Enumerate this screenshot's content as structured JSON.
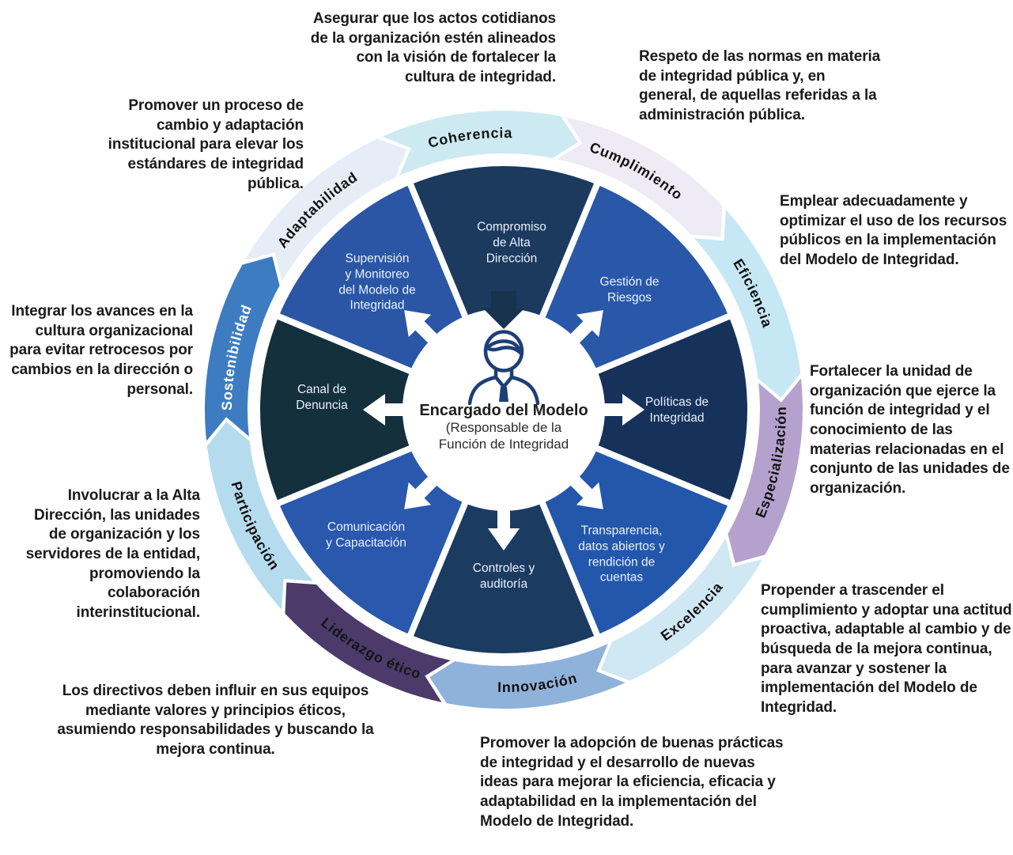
{
  "center": {
    "title": "Encargado del Modelo",
    "subtitle": "(Responsable de la\nFunción de Integridad",
    "icon": "person-icon"
  },
  "wheel": {
    "segments": [
      {
        "id": "compromiso",
        "angle": 0,
        "color": "#1b3a5e",
        "label": "Compromiso\nde Alta\nDirección"
      },
      {
        "id": "gestion-riesgos",
        "angle": 45,
        "color": "#2a58a8",
        "label": "Gestión de\nRiesgos"
      },
      {
        "id": "politicas",
        "angle": 90,
        "color": "#16325a",
        "label": "Políticas de\nIntegridad"
      },
      {
        "id": "transparencia",
        "angle": 135,
        "color": "#2357ac",
        "label": "Transparencia,\ndatos abiertos y\nrendición de\ncuentas"
      },
      {
        "id": "controles",
        "angle": 180,
        "color": "#1b3b61",
        "label": "Controles y\nauditoría"
      },
      {
        "id": "comunicacion",
        "angle": 225,
        "color": "#2a58ad",
        "label": "Comunicación\ny Capacitación"
      },
      {
        "id": "canal-denuncia",
        "angle": 270,
        "color": "#14303d",
        "label": "Canal de\nDenuncia"
      },
      {
        "id": "supervision",
        "angle": 315,
        "color": "#2a56a5",
        "label": "Supervisión\ny Monitoreo\ndel Modelo de\nIntegridad"
      }
    ]
  },
  "ring": {
    "segments": [
      {
        "id": "coherencia",
        "angle": -7,
        "color": "#cdeaf2",
        "text_color": "#111111",
        "label": "Coherencia",
        "description": "Asegurar que los actos cotidianos de la organización estén alineados con la visión de fortalecer la cultura de integridad."
      },
      {
        "id": "cumplimiento",
        "angle": 29,
        "color": "#eeebf5",
        "text_color": "#111111",
        "label": "Cumplimiento",
        "description": "Respeto de las normas en materia de integridad pública y, en general, de aquellas referidas a la administración pública."
      },
      {
        "id": "eficiencia",
        "angle": 65,
        "color": "#c6e8f5",
        "text_color": "#111111",
        "label": "Eficiencia",
        "description": "Emplear adecuadamente y optimizar el uso de los recursos públicos en la implementación del Modelo de Integridad."
      },
      {
        "id": "especializacion",
        "angle": 101,
        "color": "#b4a1cd",
        "text_color": "#111111",
        "label": "Especialización",
        "description": "Fortalecer la unidad de organización que ejerce la función de integridad y el conocimiento de las materias relacionadas en el conjunto de las unidades de organización."
      },
      {
        "id": "excelencia",
        "angle": 137,
        "color": "#cfe8f3",
        "text_color": "#111111",
        "label": "Excelencia",
        "description": "Propender a trascender el cumplimiento y adoptar una actitud proactiva, adaptable al cambio y de búsqueda de la mejora continua, para avanzar y sostener la implementación del Modelo de Integridad."
      },
      {
        "id": "innovacion",
        "angle": 173,
        "color": "#8fb2da",
        "text_color": "#111111",
        "label": "Innovación",
        "description": "Promover la adopción de buenas prácticas de integridad y el desarrollo de nuevas ideas para mejorar la eficiencia, eficacia y adaptabilidad en la implementación del Modelo de Integridad."
      },
      {
        "id": "liderazgo-etico",
        "angle": 209,
        "color": "#4c3a6b",
        "text_color": "#141414",
        "label": "Liderazgo ético",
        "description": "Los directivos deben influir en sus equipos mediante valores y principios éticos, asumiendo responsabilidades y buscando la mejora continua."
      },
      {
        "id": "participacion",
        "angle": 245,
        "color": "#b4dcee",
        "text_color": "#111111",
        "label": "Participación",
        "description": "Involucrar a la Alta Dirección, las unidades de organización y los servidores de la entidad, promoviendo la colaboración interinstitucional."
      },
      {
        "id": "sostenibilidad",
        "angle": 281,
        "color": "#3d7cc1",
        "text_color": "#ffffff",
        "label": "Sostenibilidad",
        "description": "Integrar los avances en la cultura organizacional para evitar retrocesos por cambios en la dirección o personal."
      },
      {
        "id": "adaptabilidad",
        "angle": 317,
        "color": "#e7edf7",
        "text_color": "#111111",
        "label": "Adaptabilidad",
        "description": "Promover un proceso de cambio y adaptación institucional para elevar los estándares de integridad pública."
      }
    ]
  },
  "arrows": {
    "inward_color": "#17334e",
    "outward_color": "#ffffff",
    "icon_color": "#1d3e78"
  }
}
